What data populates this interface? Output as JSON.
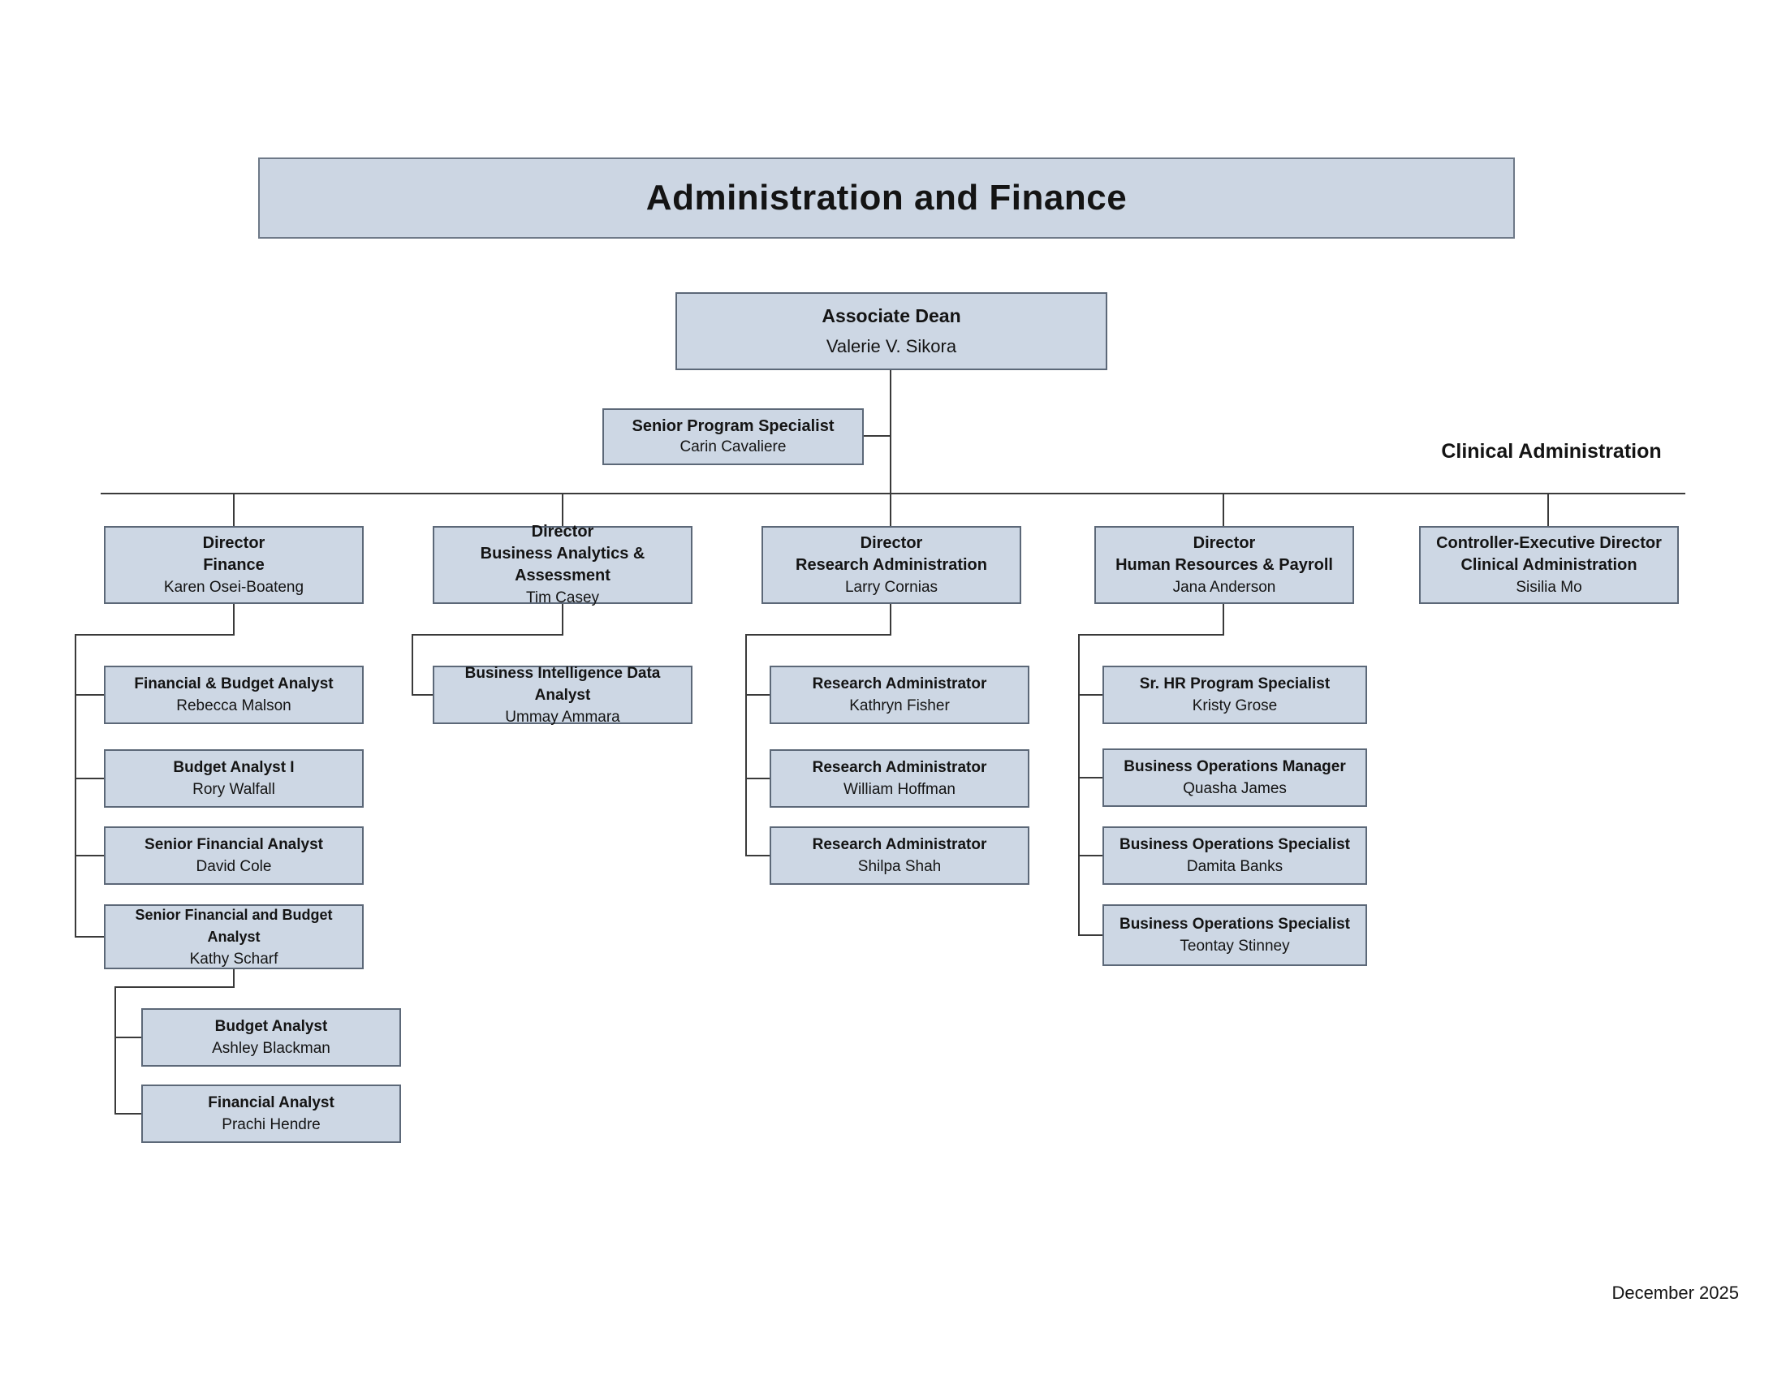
{
  "title": "Administration and Finance",
  "clinical_admin_label": "Clinical Administration",
  "date_label": "December 2025",
  "colors": {
    "box_fill": "#cdd7e4",
    "box_border": "#5c6878",
    "connector": "#3a3a3a",
    "text": "#141414",
    "background": "#ffffff"
  },
  "nodes": {
    "dean": {
      "title": "Associate Dean",
      "name": "Valerie V. Sikora"
    },
    "sps": {
      "title": "Senior Program Specialist",
      "name": "Carin Cavaliere"
    },
    "director_finance": {
      "title": "Director",
      "subtitle": "Finance",
      "name": "Karen Osei-Boateng"
    },
    "director_ba": {
      "title": "Director",
      "subtitle": "Business Analytics & Assessment",
      "name": "Tim Casey"
    },
    "director_ra": {
      "title": "Director",
      "subtitle": "Research Administration",
      "name": "Larry Cornias"
    },
    "director_hr": {
      "title": "Director",
      "subtitle": "Human Resources & Payroll",
      "name": "Jana Anderson"
    },
    "controller": {
      "title": "Controller-Executive Director",
      "subtitle": "Clinical Administration",
      "name": "Sisilia Mo"
    },
    "fin1": {
      "title": "Financial & Budget Analyst",
      "name": "Rebecca Malson"
    },
    "fin2": {
      "title": "Budget Analyst I",
      "name": "Rory Walfall"
    },
    "fin3": {
      "title": "Senior Financial Analyst",
      "name": "David Cole"
    },
    "fin4": {
      "title": "Senior Financial and Budget Analyst",
      "name": "Kathy Scharf"
    },
    "fin4a": {
      "title": "Budget Analyst",
      "name": "Ashley Blackman"
    },
    "fin4b": {
      "title": "Financial Analyst",
      "name": "Prachi Hendre"
    },
    "ba1": {
      "title": "Business Intelligence Data Analyst",
      "name": "Ummay Ammara"
    },
    "ra1": {
      "title": "Research Administrator",
      "name": "Kathryn Fisher"
    },
    "ra2": {
      "title": "Research Administrator",
      "name": "William Hoffman"
    },
    "ra3": {
      "title": "Research Administrator",
      "name": "Shilpa Shah"
    },
    "hr1": {
      "title": "Sr. HR Program Specialist",
      "name": "Kristy Grose"
    },
    "hr2": {
      "title": "Business Operations Manager",
      "name": "Quasha James"
    },
    "hr3": {
      "title": "Business Operations Specialist",
      "name": "Damita Banks"
    },
    "hr4": {
      "title": "Business Operations Specialist",
      "name": "Teontay Stinney"
    }
  }
}
